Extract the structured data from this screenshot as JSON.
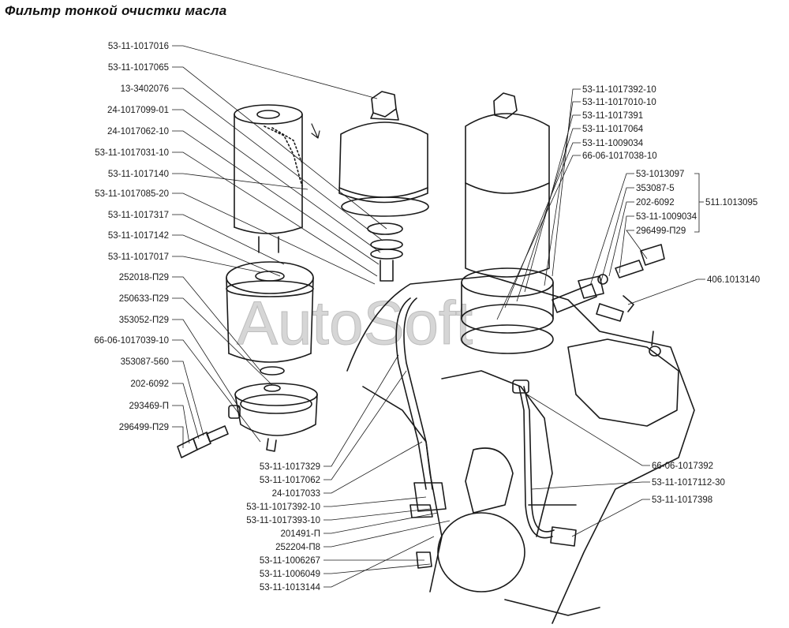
{
  "title": "Фильтр тонкой очистки масла",
  "watermark": "AutoSoft",
  "colors": {
    "ink": "#1a1a1a",
    "paper": "#ffffff",
    "watermark": "#d6d6d6"
  },
  "left_labels": [
    "53-11-1017016",
    "53-11-1017065",
    "13-3402076",
    "24-1017099-01",
    "24-1017062-10",
    "53-11-1017031-10",
    "53-11-1017140",
    "53-11-1017085-20",
    "53-11-1017317",
    "53-11-1017142",
    "53-11-1017017",
    "252018-П29",
    "250633-П29",
    "353052-П29",
    "66-06-1017039-10",
    "353087-560",
    "202-6092",
    "293469-П",
    "296499-П29"
  ],
  "right_top_labels": [
    "53-11-1017392-10",
    "53-11-1017010-10",
    "53-11-1017391",
    "53-11-1017064",
    "53-11-1009034",
    "66-06-1017038-10"
  ],
  "group_labels": [
    "53-1013097",
    "353087-5",
    "202-6092",
    "53-11-1009034",
    "296499-П29"
  ],
  "group_assembly": "511.1013095",
  "single_right": "406.1013140",
  "bottom_left_labels": [
    "53-11-1017329",
    "53-11-1017062",
    "24-1017033",
    "53-11-1017392-10",
    "53-11-1017393-10",
    "201491-П",
    "252204-П8",
    "53-11-1006267",
    "53-11-1006049",
    "53-11-1013144"
  ],
  "bottom_right_labels": [
    "66-06-1017392",
    "53-11-1017112-30",
    "53-11-1017398"
  ]
}
